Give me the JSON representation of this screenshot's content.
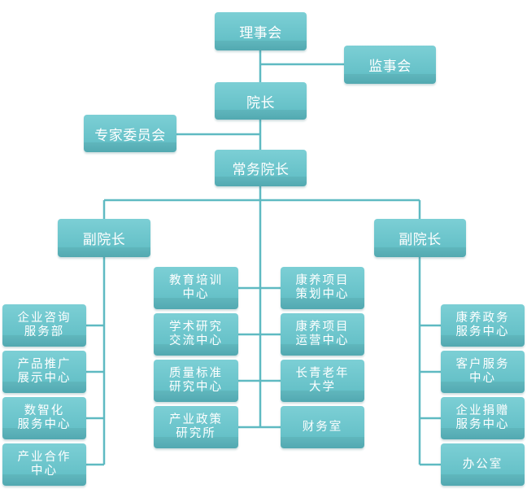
{
  "nodes": {
    "board": "理事会",
    "supervisors": "监事会",
    "president": "院长",
    "experts": "专家委员会",
    "executive": "常务院长",
    "vp_left": "副院长",
    "vp_right": "副院长",
    "left": [
      "企业咨询\n服务部",
      "产品推广\n展示中心",
      "数智化\n服务中心",
      "产业合作\n中心"
    ],
    "center_left": [
      "教育培训\n中心",
      "学术研究\n交流中心",
      "质量标准\n研究中心",
      "产业政策\n研究所"
    ],
    "center_right": [
      "康养项目\n策划中心",
      "康养项目\n运营中心",
      "长青老年\n大学",
      "财务室"
    ],
    "right": [
      "康养政务\n服务中心",
      "客户服务\n中心",
      "企业捐赠\n服务中心",
      "办公室"
    ]
  },
  "colors": {
    "node_fill": "#66c1c8",
    "connector": "#5fbac2",
    "text": "#ffffff"
  }
}
